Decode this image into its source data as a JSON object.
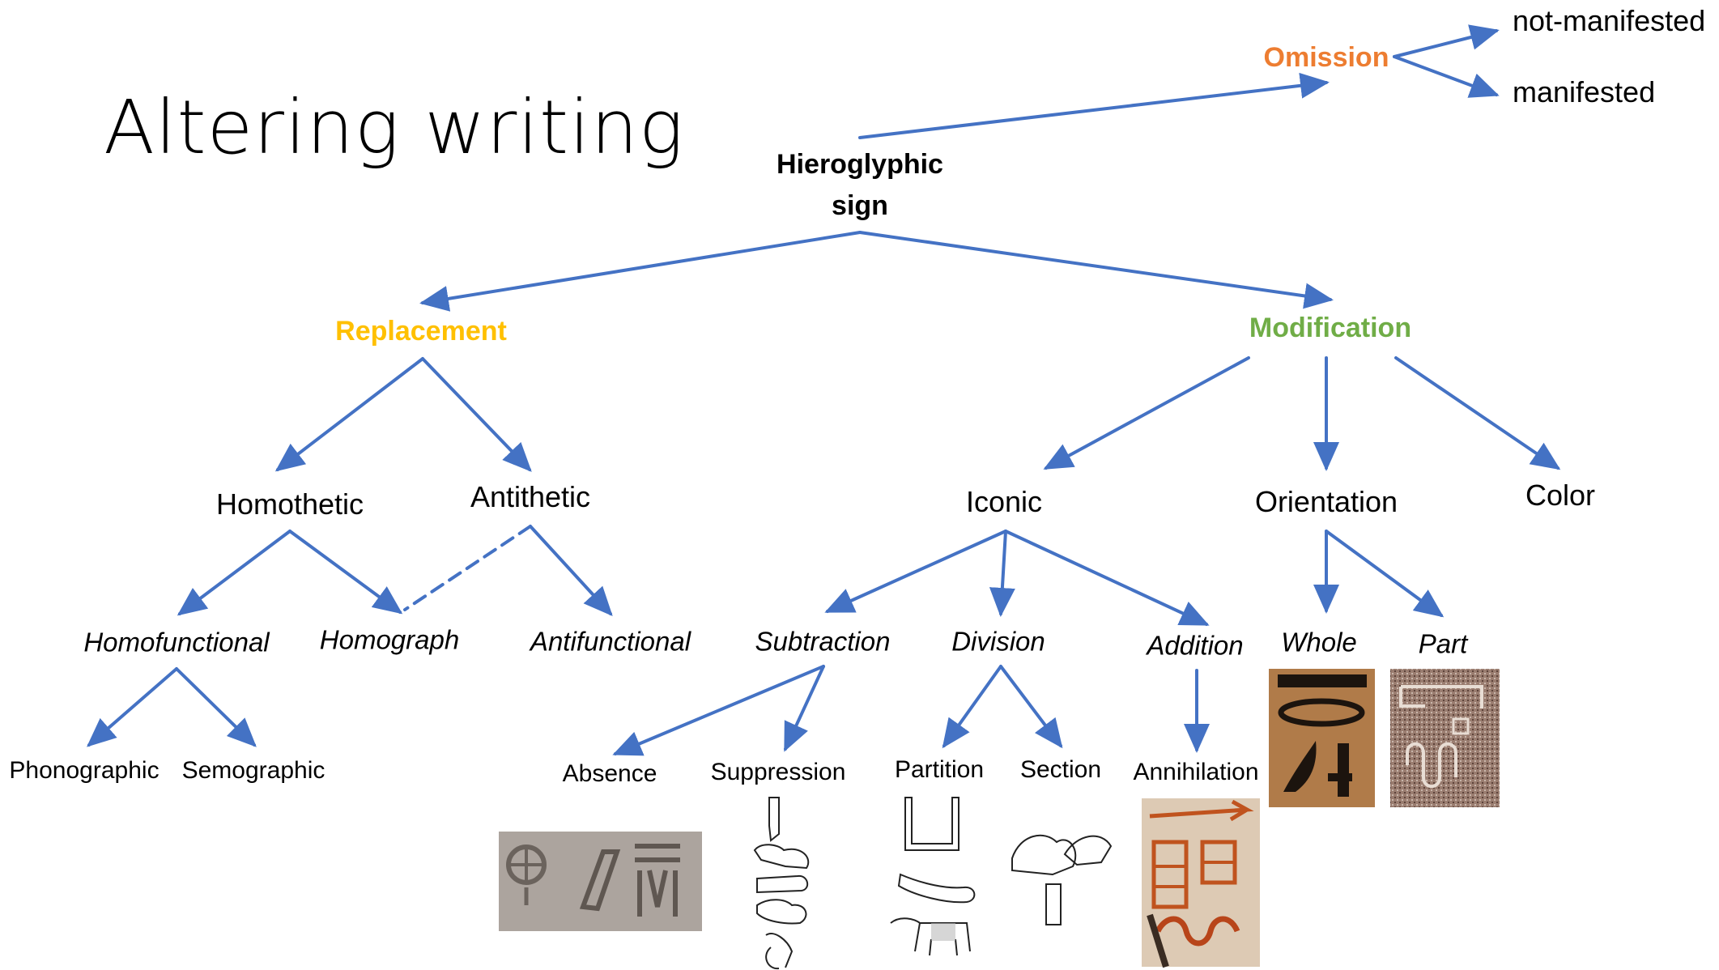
{
  "diagram": {
    "title": "Altering writing",
    "root": "Hieroglyphic\nsign",
    "categories": {
      "omission": "Omission",
      "replacement": "Replacement",
      "modification": "Modification"
    },
    "omission_types": {
      "not_manifested": "not-manifested",
      "manifested": "manifested"
    },
    "replacement_types": {
      "homothetic": "Homothetic",
      "antithetic": "Antithetic"
    },
    "replacement_subtypes": {
      "homofunctional": "Homofunctional",
      "homograph": "Homograph",
      "antifunctional": "Antifunctional"
    },
    "homofunctional_subtypes": {
      "phonographic": "Phonographic",
      "semographic": "Semographic"
    },
    "modification_types": {
      "iconic": "Iconic",
      "orientation": "Orientation",
      "color": "Color"
    },
    "iconic_subtypes": {
      "subtraction": "Subtraction",
      "division": "Division",
      "addition": "Addition"
    },
    "orientation_subtypes": {
      "whole": "Whole",
      "part": "Part"
    },
    "leaves": {
      "absence": "Absence",
      "suppression": "Suppression",
      "partition": "Partition",
      "section": "Section",
      "annihilation": "Annihilation"
    }
  },
  "colors": {
    "arrow": "#4472C4",
    "omission": "#ED7D31",
    "replacement": "#FFC000",
    "modification": "#70AD47"
  },
  "images": {
    "absence": "stone-relief-photo",
    "suppression": "hieroglyph-line-drawings",
    "partition": "hieroglyph-line-drawings",
    "section": "hieroglyph-line-drawings",
    "annihilation": "painted-hieroglyph-photo",
    "whole": "painted-hieroglyph-photo",
    "part": "granite-hieroglyph-photo"
  }
}
